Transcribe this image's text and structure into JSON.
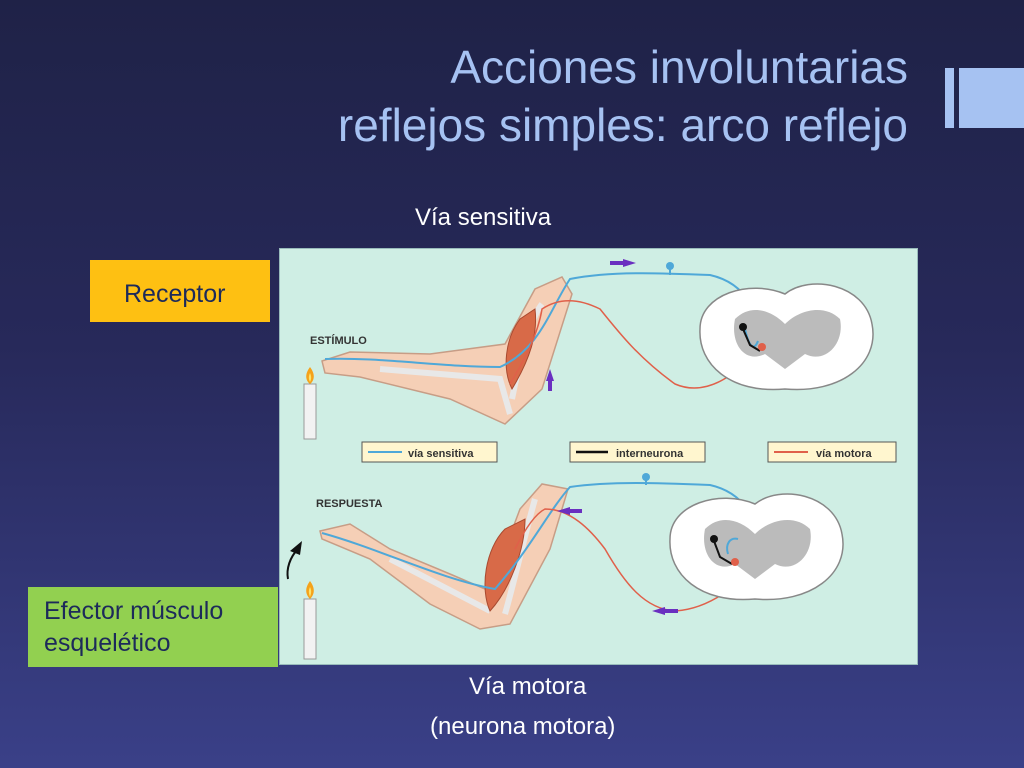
{
  "title": {
    "line1": "Acciones involuntarias",
    "line2": "reflejos simples:  arco reflejo"
  },
  "labels": {
    "via_sensitiva": "Vía sensitiva",
    "receptor": "Receptor",
    "efector_line1": "Efector músculo",
    "efector_line2": "esquelético",
    "via_motora": "Vía motora",
    "neurona_motora": "(neurona motora)"
  },
  "diagram": {
    "estimulo": "ESTÍMULO",
    "respuesta": "RESPUESTA",
    "legend": {
      "sensitiva": "vía sensitiva",
      "interneurona": "interneurona",
      "motora": "vía motora"
    }
  },
  "colors": {
    "background": "#27295a",
    "title": "#a6c2f2",
    "receptor_box": "#fec012",
    "efector_box": "#92d050",
    "panel": "#cfeee4",
    "sensory": "#4fa8d8",
    "motor": "#e0604a",
    "interneuron": "#111111",
    "arrow": "#6a2fc0"
  }
}
